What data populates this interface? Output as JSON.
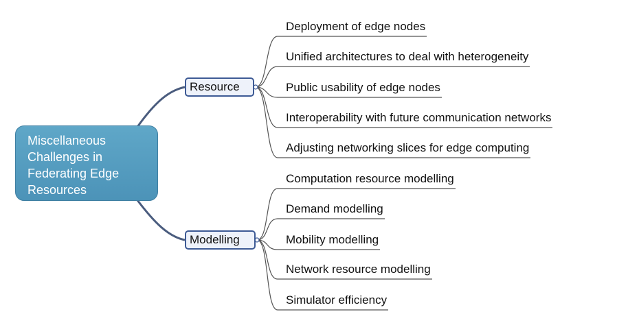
{
  "root": {
    "lines": [
      "Miscellaneous",
      "Challenges in",
      "Federating Edge",
      "Resources"
    ]
  },
  "branches": [
    {
      "label": "Resource",
      "items": [
        "Deployment of edge nodes",
        "Unified architectures to deal with heterogeneity",
        "Public usability of edge nodes",
        "Interoperability with future communication networks",
        "Adjusting networking slices for edge computing"
      ]
    },
    {
      "label": "Modelling",
      "items": [
        "Computation resource modelling",
        "Demand modelling",
        "Mobility modelling",
        "Network resource modelling",
        "Simulator efficiency"
      ]
    }
  ],
  "colors": {
    "root_fill": "#5aa2c5",
    "branch_border": "#3d5a95",
    "connector": "#4a5c7e",
    "leaf_line": "#555555"
  }
}
